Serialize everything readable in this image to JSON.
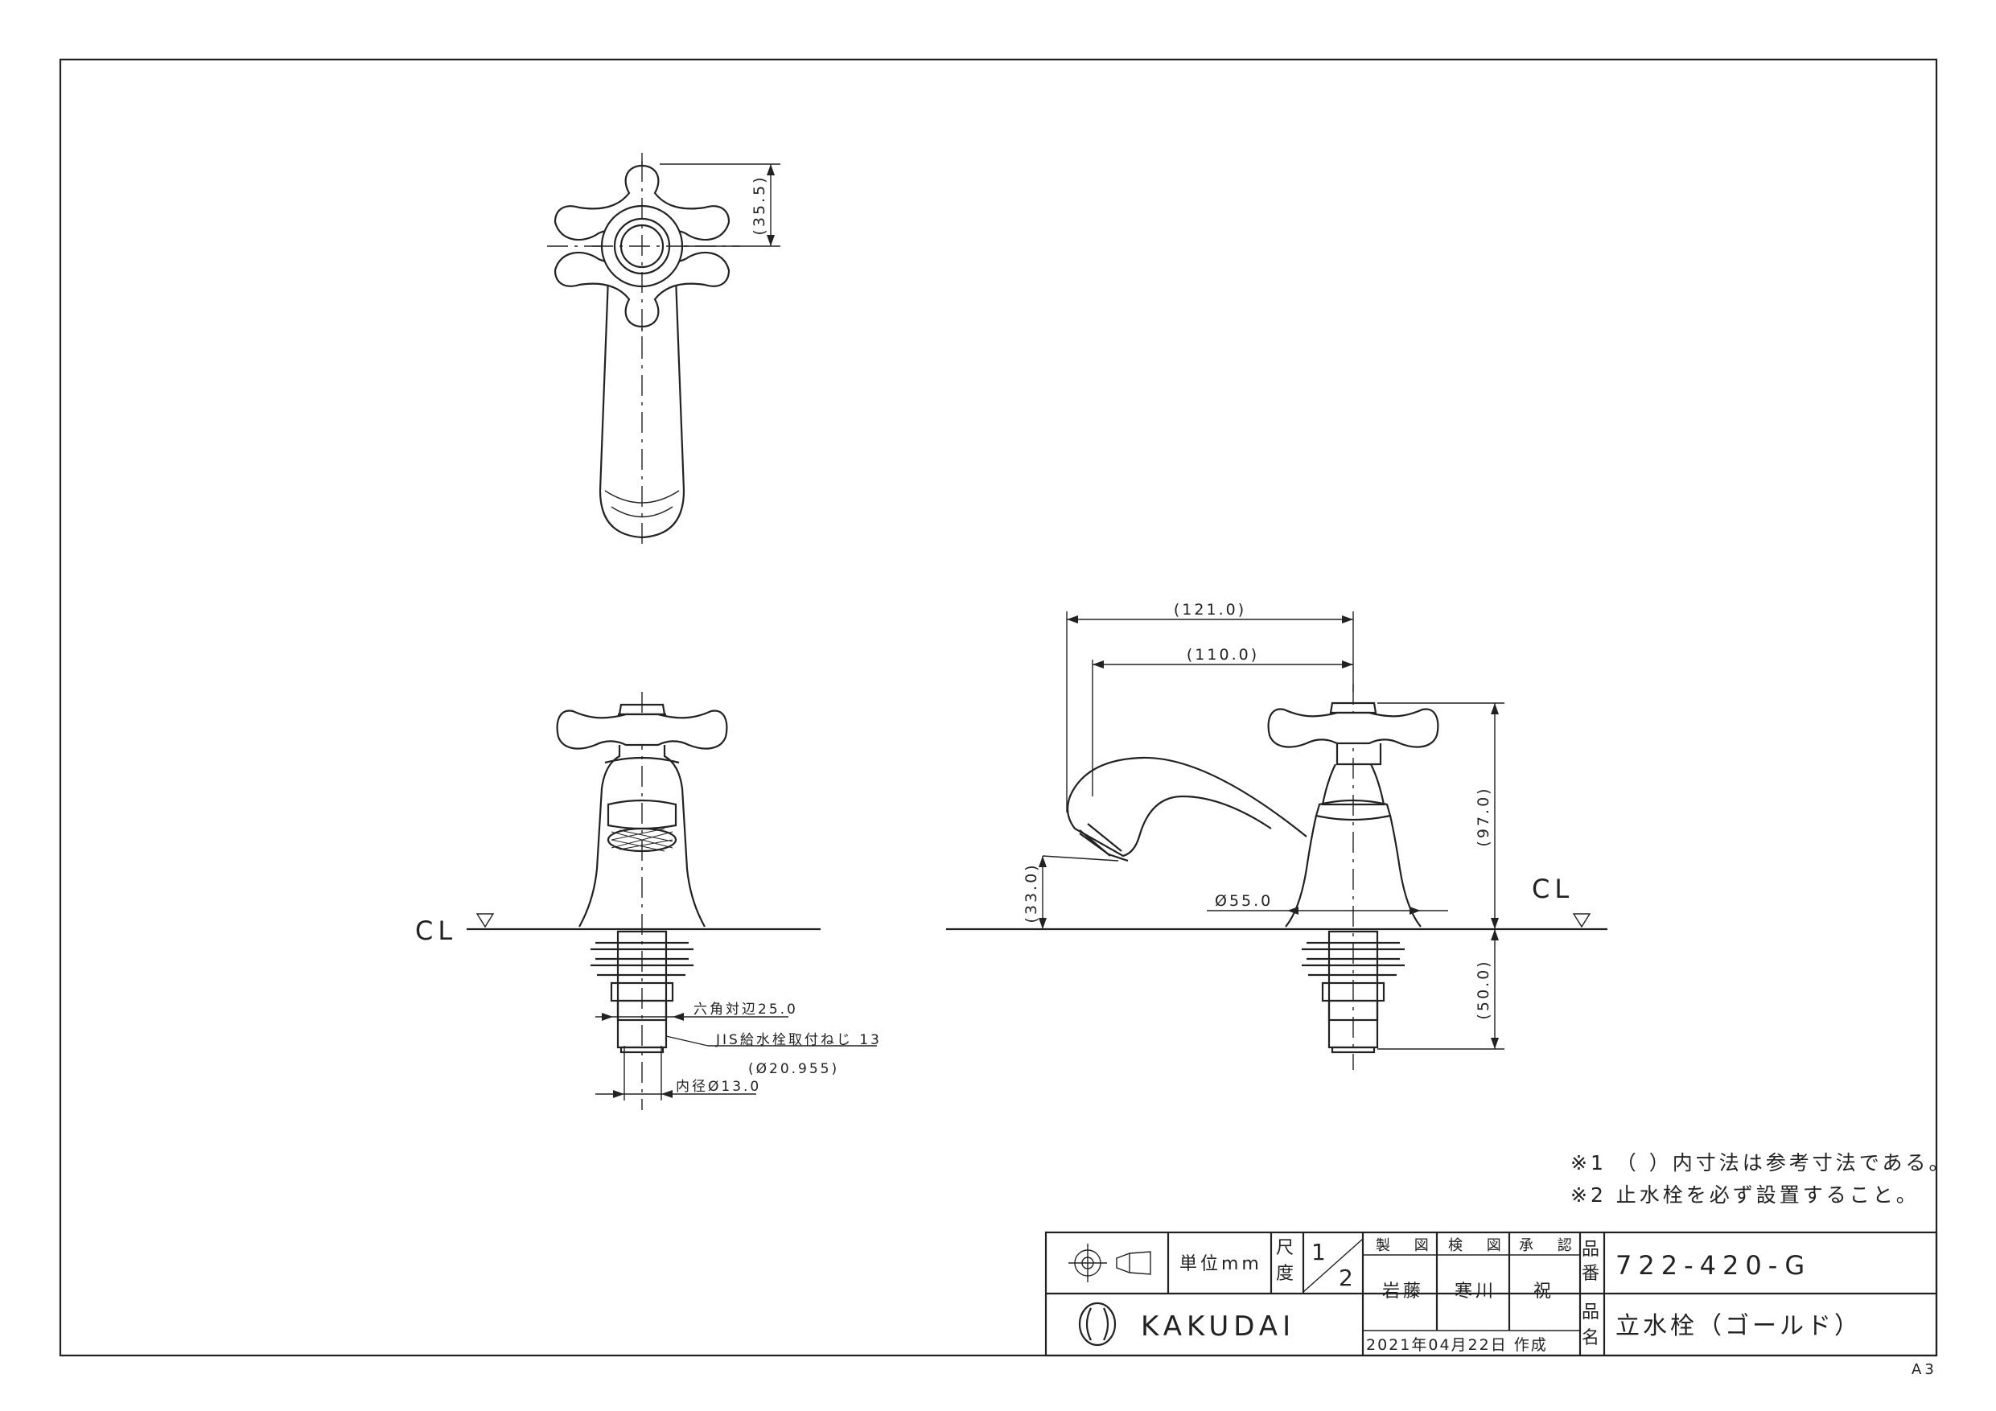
{
  "sheet_size": "A3",
  "dimensions": {
    "top_view_height": "(35.5)",
    "overall_length": "(121.0)",
    "spout_reach": "(110.0)",
    "overall_height": "(97.0)",
    "spout_height": "(33.0)",
    "base_diameter": "Ø55.0",
    "shank_length": "(50.0)",
    "hex_width": "六角対辺25.0",
    "thread_spec": "JIS給水栓取付ねじ 13",
    "thread_diameter": "(Ø20.955)",
    "inner_diameter": "内径Ø13.0",
    "centerline_label": "CL"
  },
  "notes": [
    "※1 （ ）内寸法は参考寸法である。",
    "※2 止水栓を必ず設置すること。"
  ],
  "title_block": {
    "unit_label": "単位mm",
    "scale_label_1": "尺",
    "scale_label_2": "度",
    "scale_num": "1",
    "scale_den": "2",
    "made_label": "製 図",
    "checked_label": "検 図",
    "approved_label": "承 認",
    "made_by": "岩藤",
    "checked_by": "寒川",
    "approved_by": "祝",
    "part_no_label_1": "品",
    "part_no_label_2": "番",
    "part_no": "722-420-G",
    "part_name_label_1": "品",
    "part_name_label_2": "名",
    "part_name": "立水栓（ゴールド）",
    "date": "2021年04月22日 作成",
    "brand": "KAKUDAI"
  }
}
